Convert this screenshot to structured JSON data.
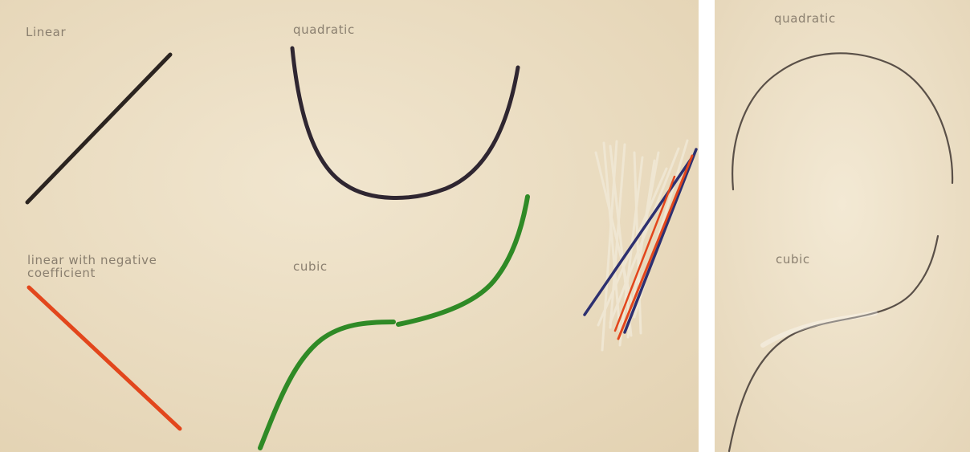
{
  "left_photo": {
    "labels": {
      "linear": "Linear",
      "quadratic": "quadratic",
      "negative_line1": "linear with negative",
      "negative_line2": "coefficient",
      "cubic": "cubic"
    },
    "strand_colors": {
      "linear": "#2b2420",
      "quadratic": "#2f2631",
      "negative": "#e2461c",
      "cubic": "#2f8a26",
      "pile_neutral": "#efe6d2",
      "pile_blue": "#2d3070",
      "pile_orange": "#e2461c"
    }
  },
  "right_photo": {
    "labels": {
      "quadratic": "quadratic",
      "cubic": "cubic"
    },
    "strand_color": "#5a5048"
  },
  "colors": {
    "paper_left": "#eddfc4",
    "paper_right": "#efe3cc"
  }
}
